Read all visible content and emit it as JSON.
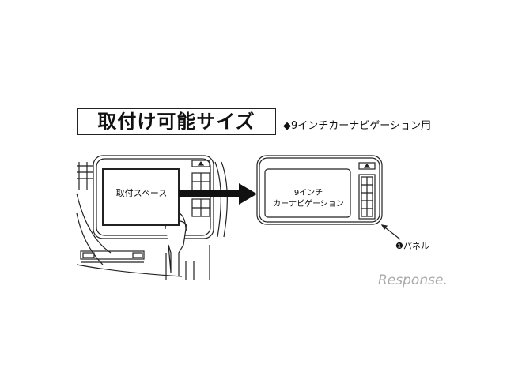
{
  "title": "取付け可能サイズ",
  "subtitle": "◆9インチカーナビゲーション用",
  "left_diagram": {
    "label": "取付スペース"
  },
  "right_diagram": {
    "label_line1": "9インチ",
    "label_line2": "カーナビゲーション"
  },
  "callout": "❶パネル",
  "watermark": "Response."
}
